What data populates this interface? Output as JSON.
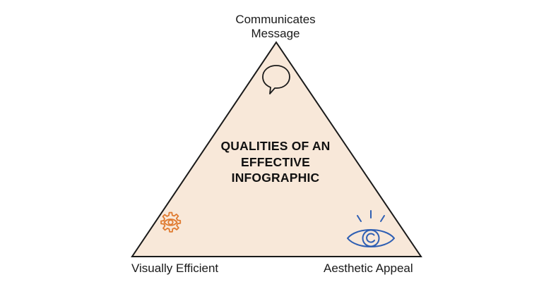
{
  "diagram": {
    "title_lines": [
      "QUALITIES OF AN",
      "EFFECTIVE",
      "INFOGRAPHIC"
    ],
    "top_vertex": {
      "label_lines": [
        "Communicates",
        "Message"
      ],
      "icon": "speech-bubble-icon"
    },
    "left_vertex": {
      "label": "Visually Efficient",
      "icon": "gear-eye-icon"
    },
    "right_vertex": {
      "label": "Aesthetic Appeal",
      "icon": "eye-icon"
    }
  },
  "colors": {
    "triangle_fill": "#f8e8d9",
    "triangle_stroke": "#1a1a1a",
    "gear_icon": "#e07a2f",
    "eye_icon": "#2f5fb3",
    "bubble_icon": "#1a1a1a"
  }
}
